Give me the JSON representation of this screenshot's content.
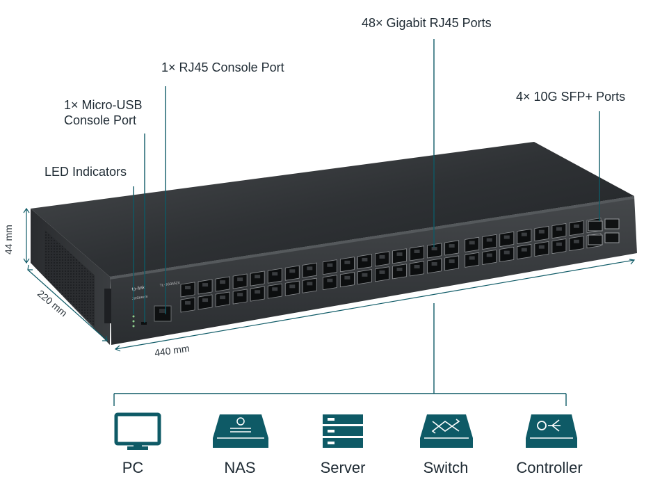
{
  "colors": {
    "teal": "#0e5a66",
    "line": "#0e5a66",
    "chassis": "#2b2e31",
    "front": "#3a3d40"
  },
  "callouts": {
    "gigabit": "48× Gigabit RJ45 Ports",
    "console_rj45": "1× RJ45 Console Port",
    "micro_usb_l1": "1× Micro-USB",
    "micro_usb_l2": "Console Port",
    "led": "LED Indicators",
    "sfp": "4× 10G SFP+ Ports"
  },
  "dimensions": {
    "height": "44 mm",
    "depth": "220 mm",
    "width": "440 mm"
  },
  "device_front": {
    "brand": "tp-link",
    "model": "TL-SG3452X",
    "series": "JetStream"
  },
  "devices": [
    {
      "label": "PC",
      "icon": "monitor-icon"
    },
    {
      "label": "NAS",
      "icon": "nas-icon"
    },
    {
      "label": "Server",
      "icon": "server-icon"
    },
    {
      "label": "Switch",
      "icon": "switch-icon"
    },
    {
      "label": "Controller",
      "icon": "controller-icon"
    }
  ]
}
